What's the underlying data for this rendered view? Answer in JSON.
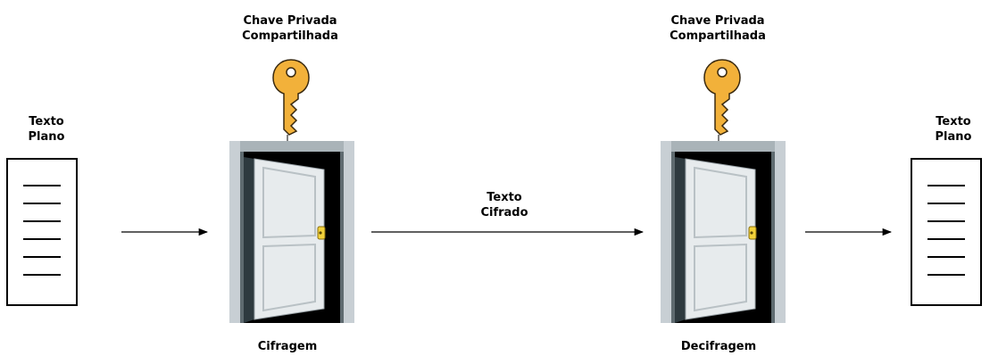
{
  "labels": {
    "plain_left": [
      "Texto",
      "Plano"
    ],
    "plain_right": [
      "Texto",
      "Plano"
    ],
    "key_left": [
      "Chave Privada",
      "Compartilhada"
    ],
    "key_right": [
      "Chave Privada",
      "Compartilhada"
    ],
    "cipher_text": [
      "Texto",
      "Cifrado"
    ],
    "encrypt": "Cifragem",
    "decrypt": "Decifragem"
  },
  "colors": {
    "key_fill": "#F2B13A",
    "key_stroke": "#3a2a10",
    "frame_light": "#c8cfd4",
    "frame_dark": "#5f6b70",
    "door_fill": "#e7ebed",
    "door_shadow": "#2e3a3f",
    "opening": "#000000",
    "knob": "#F2D13A"
  },
  "icons": [
    "document-icon",
    "key-icon",
    "door-icon",
    "arrow-icon"
  ]
}
